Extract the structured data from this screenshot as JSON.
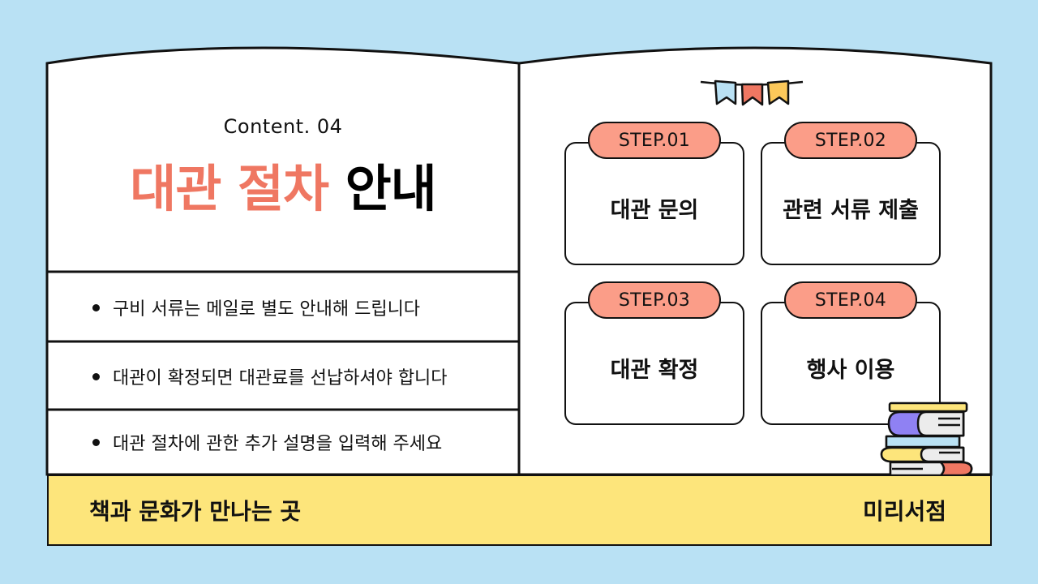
{
  "colors": {
    "background": "#b9e1f4",
    "accent": "#ef7762",
    "pill": "#fb9d88",
    "footer": "#fde57b"
  },
  "left_page": {
    "content_label": "Content. 04",
    "title_accent": "대관 절차",
    "title_dark": "안내",
    "bullets": [
      "구비 서류는 메일로 별도 안내해 드립니다",
      "대관이 확정되면 대관료를 선납하셔야 합니다",
      "대관 절차에 관한 추가 설명을 입력해 주세요"
    ]
  },
  "right_page": {
    "decoration": "bunting-flags-icon",
    "steps": [
      {
        "label": "STEP.01",
        "text": "대관 문의"
      },
      {
        "label": "STEP.02",
        "text": "관련 서류 제출"
      },
      {
        "label": "STEP.03",
        "text": "대관 확정"
      },
      {
        "label": "STEP.04",
        "text": "행사 이용"
      }
    ],
    "illustration": "book-stack-icon"
  },
  "footer": {
    "slogan": "책과 문화가 만나는 곳",
    "brand": "미리서점"
  }
}
